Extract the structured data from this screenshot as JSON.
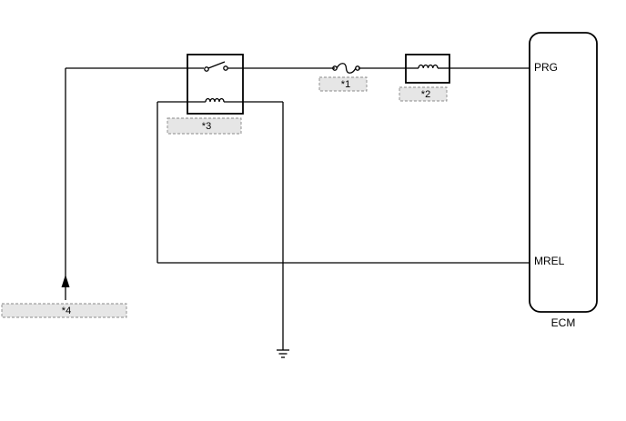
{
  "labels": {
    "fuse": "*1",
    "vsv": "*2",
    "relay": "*3",
    "source": "*4"
  },
  "ecm": {
    "name": "ECM",
    "pin_prg": "PRG",
    "pin_mrel": "MREL"
  },
  "colors": {
    "line": "#000000",
    "label_fill": "#e6e6e6",
    "label_border": "#8a8a8a"
  },
  "icons": {
    "switch": "relay-switch-icon",
    "coil": "coil-icon",
    "fuse": "fuse-icon",
    "ground": "ground-icon",
    "arrow": "arrow-up-icon"
  }
}
